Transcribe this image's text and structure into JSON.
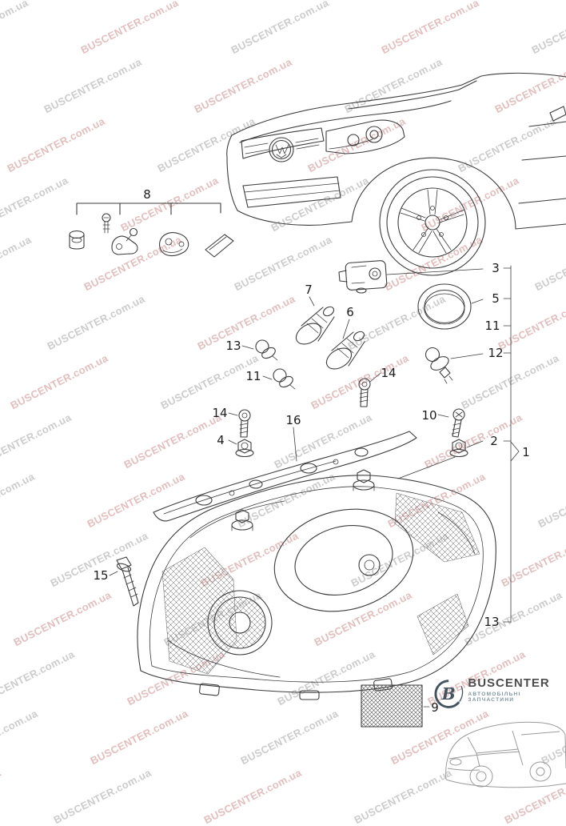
{
  "watermark": {
    "text": "BUSCENTER.com.ua",
    "color_a": "#c97f7f",
    "color_b": "#9a9a9a"
  },
  "brand": {
    "name": "BUSCENTER",
    "tagline": "АВТОМОБІЛЬНІ ЗАПЧАСТИНИ",
    "mark_letter": "B",
    "color": "#44545f"
  },
  "diagram": {
    "stroke_color": "#3c3c3c"
  },
  "callouts": [
    "8",
    "3",
    "5",
    "11",
    "12",
    "7",
    "6",
    "13",
    "11",
    "14",
    "14",
    "4",
    "16",
    "10",
    "2",
    "1",
    "15",
    "13",
    "9"
  ]
}
